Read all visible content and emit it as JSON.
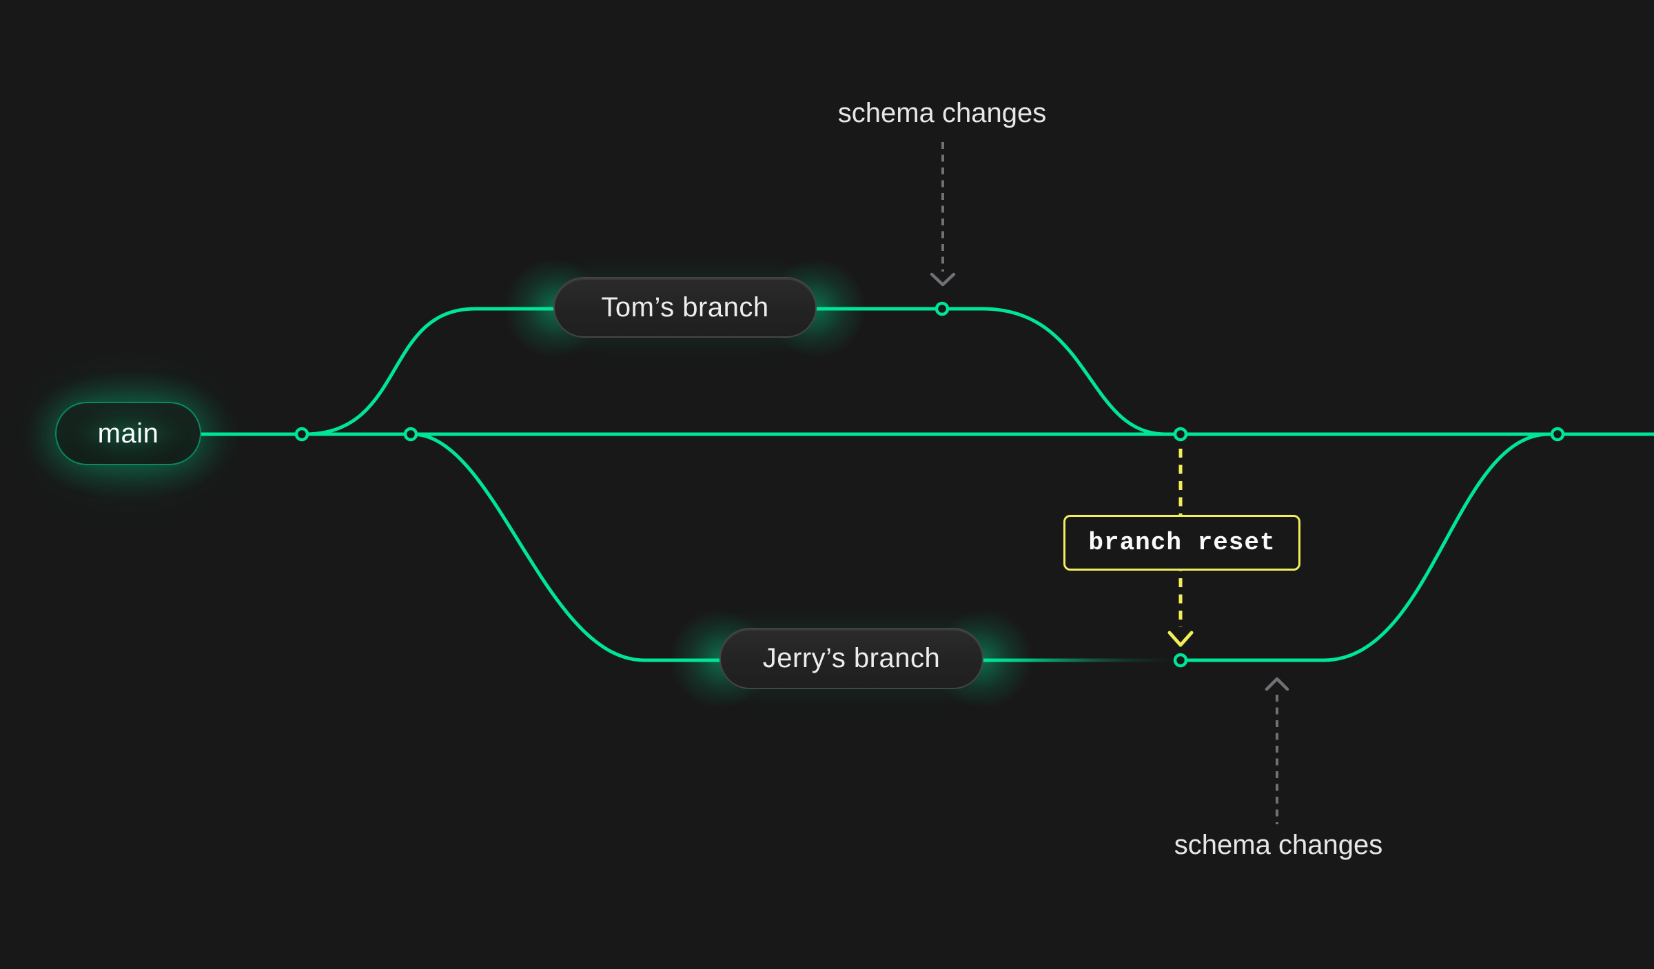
{
  "diagram": {
    "background": "#181818",
    "colors": {
      "line_green": "#00E599",
      "faded_green": "#14573F",
      "annotation_yellow": "#F0EE5B",
      "annotation_gray": "#6E7277",
      "label_text": "#E6E7E8"
    },
    "branches": {
      "main": {
        "label": "main"
      },
      "tom": {
        "label": "Tom’s branch"
      },
      "jerry": {
        "label": "Jerry’s branch"
      }
    },
    "annotations": {
      "schema_changes_top": {
        "label": "schema changes"
      },
      "schema_changes_bottom": {
        "label": "schema changes"
      },
      "branch_reset": {
        "label": "branch reset"
      }
    }
  }
}
